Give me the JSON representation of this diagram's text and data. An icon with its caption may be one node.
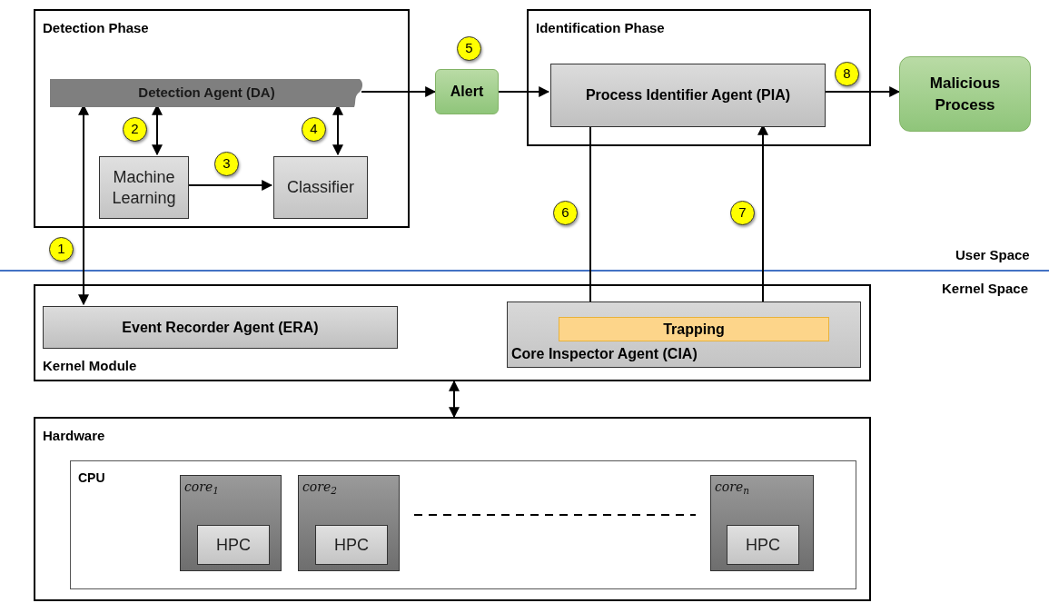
{
  "diagram": {
    "nodes": [
      {
        "text": [
          "Detection Phase"
        ]
      },
      {
        "text": [
          "Detection Agent (DA)"
        ],
        "in": 0
      },
      {
        "text": [
          "Machine Learning"
        ],
        "in": 0
      },
      {
        "text": [
          "Classifier"
        ],
        "in": 0
      },
      {
        "text": [
          "Alert"
        ]
      },
      {
        "text": [
          "Identification Phase"
        ]
      },
      {
        "text": [
          "Process Identifier Agent (PIA)"
        ],
        "in": 5
      },
      {
        "text": [
          "Malicious Process"
        ]
      },
      {
        "text": [
          "Kernel Module"
        ]
      },
      {
        "text": [
          "Event Recorder Agent (ERA)"
        ],
        "in": 8
      },
      {
        "text": [
          "Core Inspector Agent (CIA)"
        ],
        "in": 8
      },
      {
        "text": [
          "Trapping"
        ],
        "in": 10
      },
      {
        "text": [
          "Hardware"
        ]
      },
      {
        "text": [
          "CPU"
        ],
        "in": 12
      },
      {
        "text": [
          "core$_{1}$"
        ],
        "in": 13
      },
      {
        "text": [
          "HPC"
        ],
        "in": 14
      },
      {
        "text": [
          "core$_{2}$"
        ],
        "in": 13
      },
      {
        "text": [
          "HPC"
        ],
        "in": 16
      },
      {
        "text": [
          "core$_{n}$"
        ],
        "in": 13
      },
      {
        "text": [
          "HPC"
        ],
        "in": 18
      }
    ],
    "edges": [
      {
        "from": 1,
        "to": 9,
        "arrow": "both"
      },
      {
        "from": 1,
        "to": 2,
        "arrow": "both"
      },
      {
        "from": 2,
        "to": 3,
        "arrow": "to"
      },
      {
        "from": 1,
        "to": 3,
        "arrow": "both"
      },
      {
        "from": 1,
        "to": 4,
        "arrow": "to"
      },
      {
        "from": 4,
        "to": 6,
        "arrow": "to"
      },
      {
        "from": 6,
        "to": 11,
        "arrow": "to"
      },
      {
        "from": 11,
        "to": 6,
        "arrow": "to"
      },
      {
        "from": 6,
        "to": 7,
        "arrow": "to"
      },
      {
        "from": 8,
        "to": 12,
        "arrow": "both"
      }
    ],
    "labels": [
      "5",
      "8",
      "2",
      "4",
      "3",
      "6",
      "7",
      "1",
      "User Space",
      "Kernel Space"
    ]
  }
}
